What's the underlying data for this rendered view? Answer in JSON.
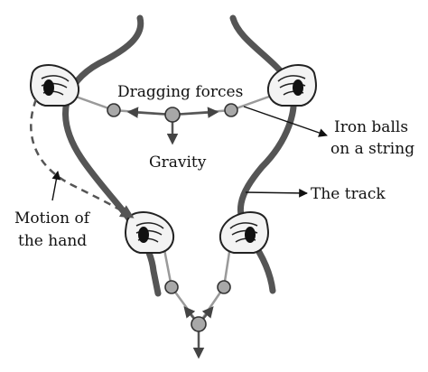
{
  "labels": {
    "dragging_forces": "Dragging forces",
    "gravity": "Gravity",
    "iron_balls_line1": "Iron balls",
    "iron_balls_line2": "on a string",
    "the_track": "The track",
    "motion_line1": "Motion of",
    "motion_line2": "the hand"
  },
  "colors": {
    "track": "#555555",
    "string": "#9a9a9a",
    "ball": "#a8a8a8",
    "text": "#111111"
  }
}
